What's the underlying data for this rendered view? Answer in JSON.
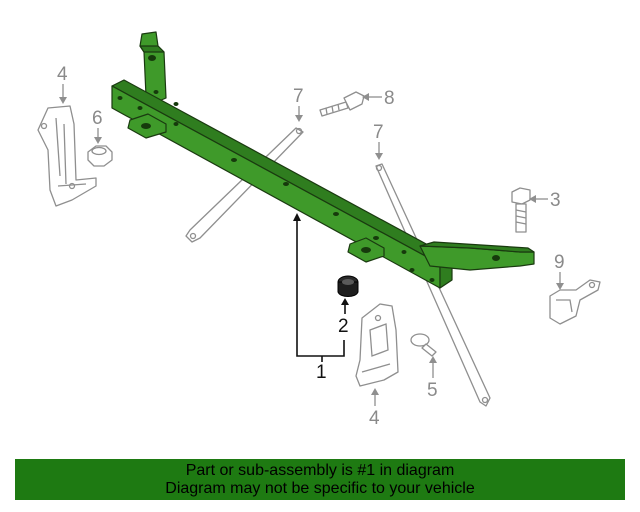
{
  "diagram": {
    "callouts": {
      "c1": "1",
      "c2": "2",
      "c3": "3",
      "c4a": "4",
      "c4b": "4",
      "c5": "5",
      "c6": "6",
      "c7a": "7",
      "c7b": "7",
      "c8": "8",
      "c9": "9"
    },
    "highlight_color": "#2f7d1f"
  },
  "banner": {
    "line1": "Part or sub-assembly is #1 in diagram",
    "line2": "Diagram may not be specific to your vehicle",
    "background": "#1e7a12"
  }
}
